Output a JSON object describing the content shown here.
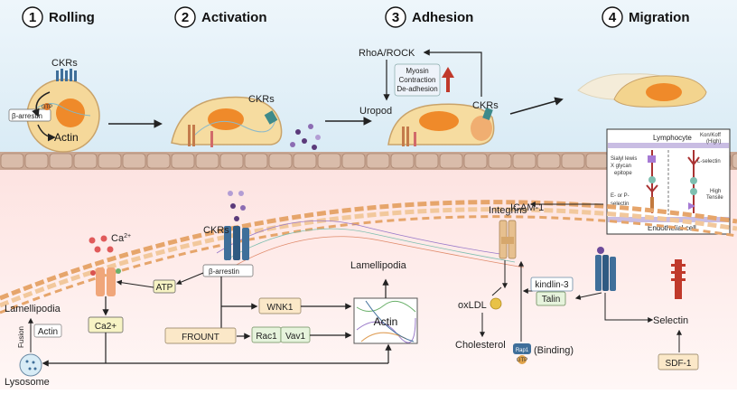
{
  "steps": [
    {
      "num": "1",
      "label": "Rolling"
    },
    {
      "num": "2",
      "label": "Activation"
    },
    {
      "num": "3",
      "label": "Adhesion"
    },
    {
      "num": "4",
      "label": "Migration"
    }
  ],
  "top": {
    "rolling_ckrs": "CKRs",
    "beta_arrestin": "β-arrestin",
    "actin": "Actin",
    "gtp": "GTP",
    "activation_ckrs": "CKRs",
    "rhoa_rock": "RhoA/ROCK",
    "myosin_lines": [
      "Myosin",
      "Contraction",
      "De-adhesion"
    ],
    "uropod": "Uropod",
    "adhesion_ckrs": "CKRs"
  },
  "inset": {
    "lymphocyte": "Lymphocyte",
    "kon_koff": [
      "Kon/Koff",
      "(High)"
    ],
    "sialyl_lines": [
      "Sialyl lewis",
      "X glycan",
      "epitope"
    ],
    "l_selectin": "L-selectin",
    "e_p_selectin": [
      "E- or P-",
      "selectin"
    ],
    "high_tensile": [
      "High",
      "Tensile"
    ],
    "endothelial": "Endothelial cell"
  },
  "bottom": {
    "ca": "Ca",
    "ca_sup": "2+",
    "ckrs": "CKRs",
    "beta_arrestin": "β-arrestin",
    "atp": "ATP",
    "ca2plus": "Ca2+",
    "lamellipodia_left": "Lamellipodia",
    "fusion": "Fusion",
    "actin_small": "Actin",
    "lysosome": "Lysosome",
    "wnk1": "WNK1",
    "frount": "FROUNT",
    "rac1": "Rac1",
    "vav1": "Vav1",
    "lamellipodia_mid": "Lamellipodia",
    "actin_box": "Actin",
    "icam1": "ICAM-1",
    "integrins": "Integrins",
    "kindlin3": "kindlin-3",
    "talin": "Talin",
    "oxldl": "oxLDL",
    "cholesterol": "Cholesterol",
    "rap1": "Rap1",
    "rap1_gtp": "GTP",
    "binding": "(Binding)",
    "selectin": "Selectin",
    "sdf1": "SDF-1"
  },
  "colors": {
    "sky": "#dfeef7",
    "pink": "#fbe9e8",
    "cell_body": "#f6dca0",
    "nucleus": "#ef8a2a",
    "receptor": "#3f6f9a",
    "membrane": "#e8b07c",
    "dots": "#5b3a7a",
    "label_box": "#fbe8c8",
    "green_box": "#e6f3dc",
    "red_arrow": "#c0392b"
  }
}
